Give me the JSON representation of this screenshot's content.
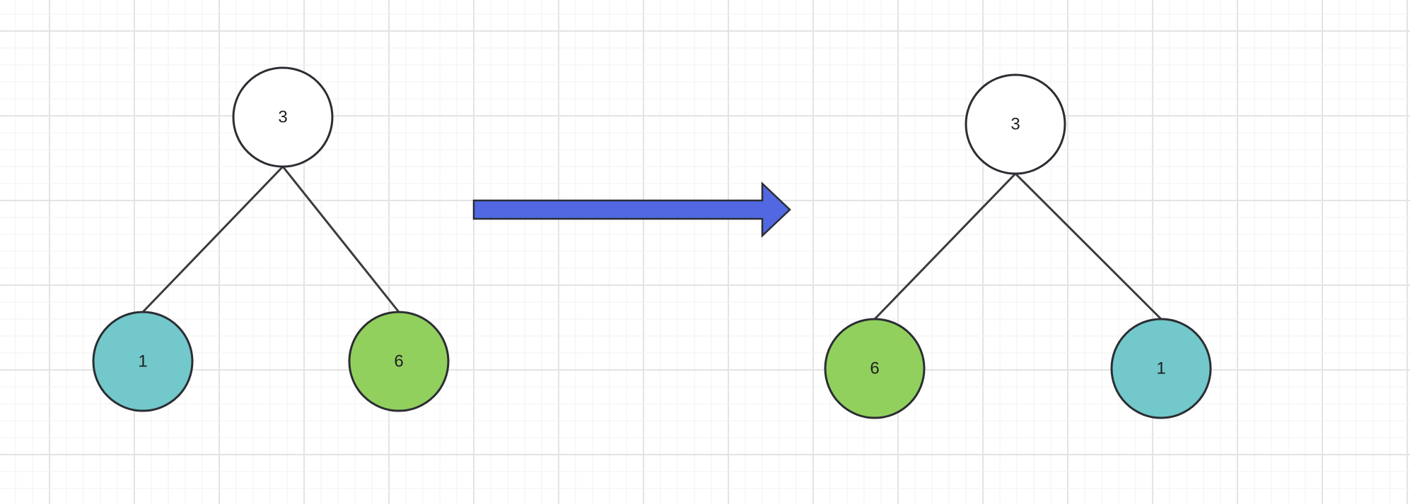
{
  "colors": {
    "background": "#ffffff",
    "grid_minor": "#f2f2f2",
    "grid_major": "#e3e3e3",
    "node_stroke": "#2b2d33",
    "edge": "#3a3b3f",
    "white_fill": "#ffffff",
    "teal_fill": "#72c8ca",
    "green_fill": "#92d05e",
    "arrow_fill": "#5168e2",
    "arrow_stroke": "#2b2d33"
  },
  "diagram": {
    "before_tree": {
      "root": {
        "label": "3",
        "fill": "white"
      },
      "left": {
        "label": "1",
        "fill": "teal"
      },
      "right": {
        "label": "6",
        "fill": "green"
      }
    },
    "transform_arrow": {
      "icon": "right-arrow-icon",
      "color": "arrow"
    },
    "after_tree": {
      "root": {
        "label": "3",
        "fill": "white"
      },
      "left": {
        "label": "6",
        "fill": "green"
      },
      "right": {
        "label": "1",
        "fill": "teal"
      }
    }
  }
}
